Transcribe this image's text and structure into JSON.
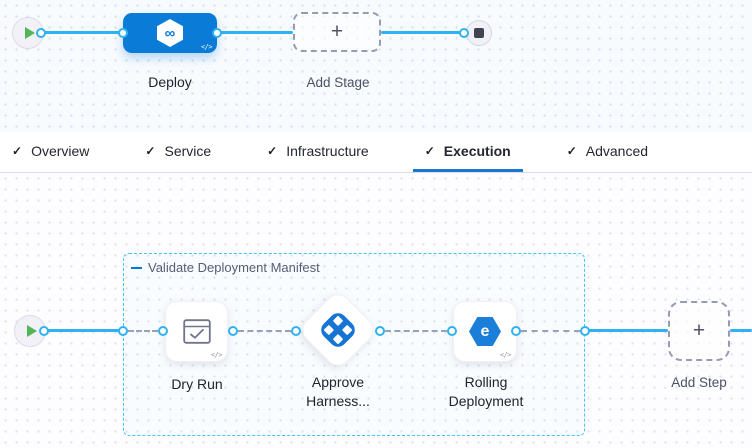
{
  "colors": {
    "accent": "#0278d5",
    "line": "#30b1f2",
    "group_border": "#42c5f1",
    "play_green": "#53b558",
    "stage_blue": "#0a7cd7"
  },
  "icons": {
    "check": "✓",
    "plus": "+",
    "infinity": "∞",
    "rolling_glyph": "e",
    "code": "</>"
  },
  "top_pipeline": {
    "stage": {
      "label": "Deploy"
    },
    "add_stage": {
      "label": "Add Stage"
    }
  },
  "tabs": {
    "items": [
      {
        "label": "Overview"
      },
      {
        "label": "Service"
      },
      {
        "label": "Infrastructure"
      },
      {
        "label": "Execution"
      },
      {
        "label": "Advanced"
      }
    ],
    "active_label": "Execution"
  },
  "execution_canvas": {
    "step_group": {
      "label": "Validate Deployment Manifest"
    },
    "steps": {
      "dry_run": {
        "label": "Dry Run"
      },
      "approve": {
        "label_line1": "Approve",
        "label_line2": "Harness..."
      },
      "rolling": {
        "label_line1": "Rolling",
        "label_line2": "Deployment"
      }
    },
    "add_step": {
      "label": "Add Step"
    }
  }
}
